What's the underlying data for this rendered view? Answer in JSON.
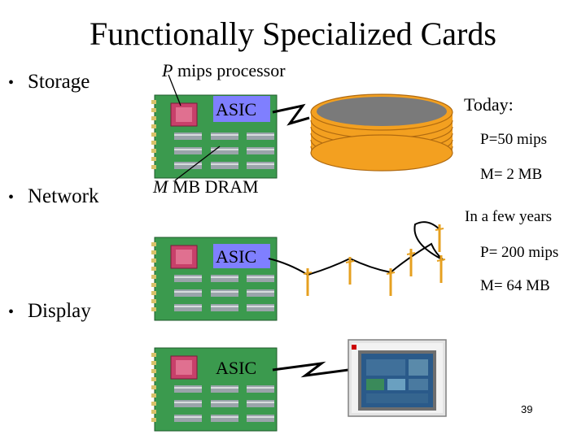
{
  "title": "Functionally Specialized Cards",
  "bullets": {
    "storage": "Storage",
    "network": "Network",
    "display": "Display"
  },
  "card_labels": {
    "processor_prefix": "P",
    "processor_suffix": " mips processor",
    "dram_prefix": "M",
    "dram_suffix": " MB DRAM",
    "asic": "ASIC"
  },
  "today": {
    "heading": "Today:",
    "p": "P=50 mips",
    "m": "M= 2 MB"
  },
  "future": {
    "heading": "In a few years",
    "p": "P= 200 mips",
    "m": "M= 64 MB"
  },
  "page_number": "39",
  "colors": {
    "card": "#3b9a4e",
    "chip": "#c8406a",
    "asic_highlight": "#7f7fff",
    "disk": "#f3a020",
    "network": "#e6a020"
  }
}
